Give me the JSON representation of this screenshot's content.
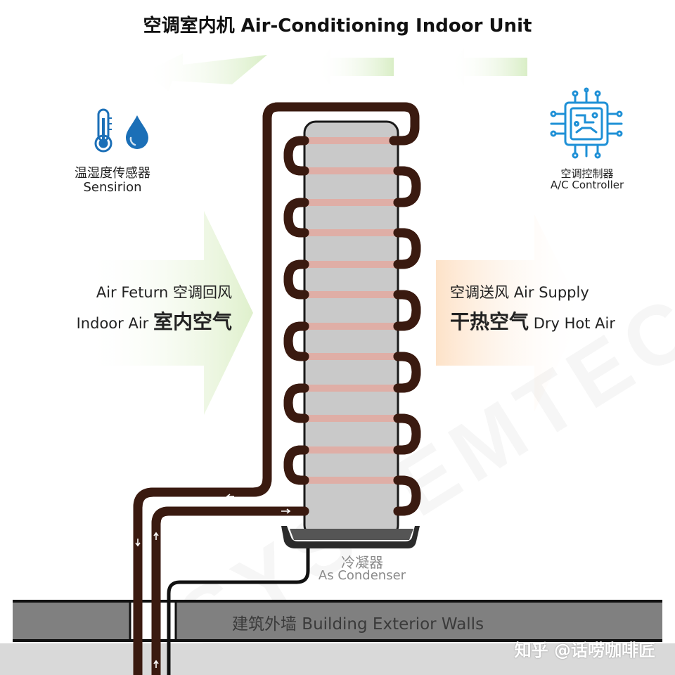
{
  "title": "空调室内机 Air-Conditioning Indoor Unit",
  "sensor": {
    "label_cn": "温湿度传感器",
    "label_en": "Sensirion",
    "icons": [
      "thermometer-icon",
      "water-drop-icon"
    ]
  },
  "controller": {
    "label_cn": "空调控制器",
    "label_en": "A/C Controller",
    "icon": "chip-icon"
  },
  "air_return": {
    "line1_en": "Air Feturn",
    "line1_cn": "空调回风",
    "line2_en": "Indoor Air",
    "line2_cn": "室内空气"
  },
  "air_supply": {
    "line1_cn": "空调送风",
    "line1_en": "Air Supply",
    "line2_cn": "干热空气",
    "line2_en": "Dry Hot Air"
  },
  "condenser": {
    "label_cn": "冷凝器",
    "label_en": "As Condenser"
  },
  "wall": {
    "label": "建筑外墙 Building Exterior Walls"
  },
  "credit": "知乎 @话唠咖啡匠",
  "watermark": "SYSTEMTEC",
  "colors": {
    "pipe": "#f0582a",
    "coil": "#c8c8c8",
    "airflow_green": "#e6f2d9",
    "airflow_orange": "#fde6d2",
    "wall": "#808080",
    "icon_blue": "#1b6fb7",
    "controller_blue": "#1e90d6"
  }
}
